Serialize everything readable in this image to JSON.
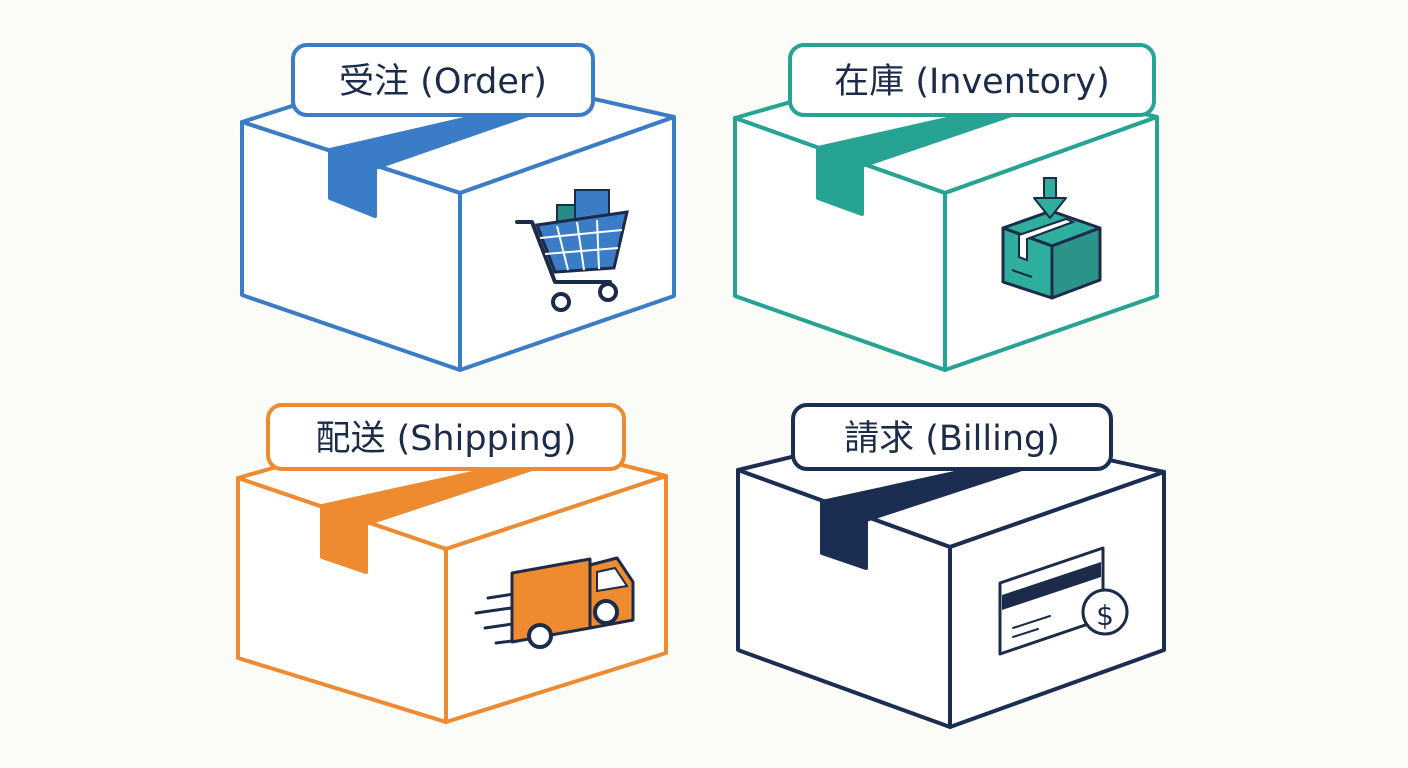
{
  "background": "#fbfbf8",
  "text_color": "#1c2b4a",
  "boxes": [
    {
      "key": "order",
      "label": "受注 (Order)",
      "color": "#3b7cc6",
      "icon": "shopping-cart-icon"
    },
    {
      "key": "inventory",
      "label": "在庫 (Inventory)",
      "color": "#26a393",
      "icon": "inventory-box-icon"
    },
    {
      "key": "shipping",
      "label": "配送 (Shipping)",
      "color": "#ee8a2f",
      "icon": "delivery-truck-icon"
    },
    {
      "key": "billing",
      "label": "請求 (Billing)",
      "color": "#1c2d52",
      "icon": "credit-card-dollar-icon"
    }
  ]
}
